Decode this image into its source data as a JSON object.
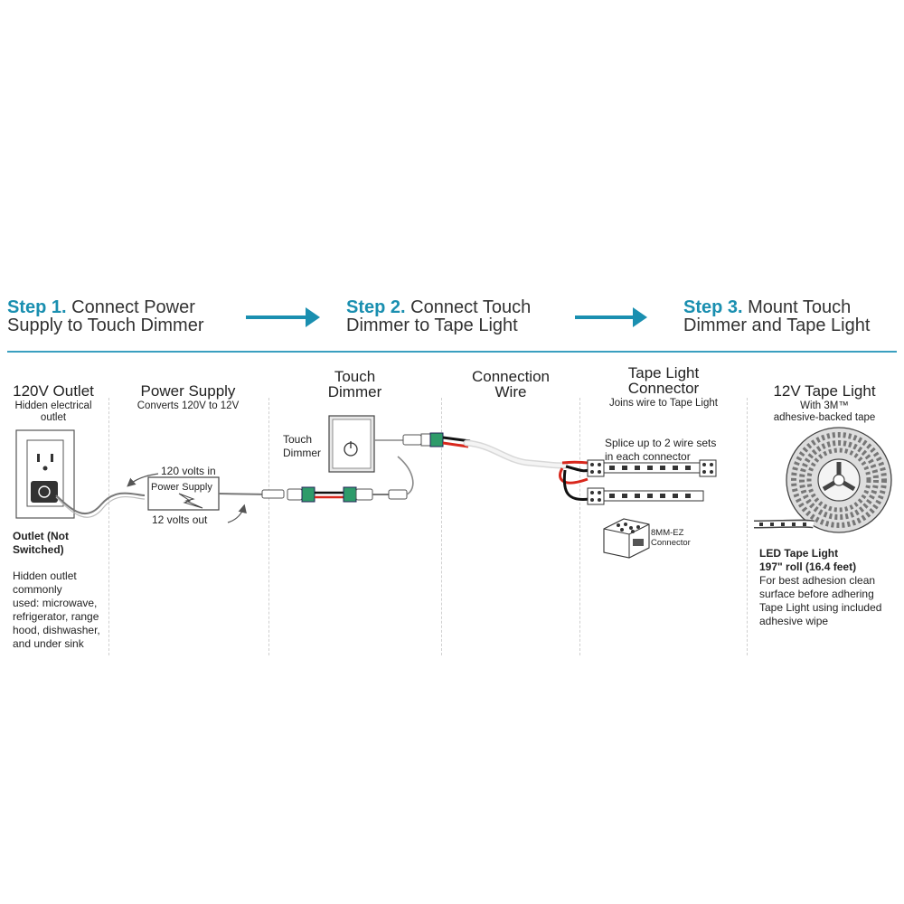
{
  "header": {
    "step1": {
      "num": "Step 1.",
      "line1": "Connect Power",
      "line2": "Supply to Touch Dimmer"
    },
    "step2": {
      "num": "Step 2.",
      "line1": "Connect Touch",
      "line2": "Dimmer to Tape Light"
    },
    "step3": {
      "num": "Step 3.",
      "line1": "Mount Touch",
      "line2": "Dimmer and Tape Light"
    }
  },
  "columns": {
    "outlet": {
      "title": "120V Outlet",
      "subtitle_l1": "Hidden electrical",
      "subtitle_l2": "outlet",
      "label_l1": "Outlet (Not",
      "label_l2": "Switched)",
      "desc": [
        "Hidden outlet",
        "commonly",
        "used: microwave,",
        "refrigerator, range",
        "hood, dishwasher,",
        "and under sink"
      ]
    },
    "power_supply": {
      "title": "Power Supply",
      "subtitle": "Converts 120V to 12V",
      "in_label": "120 volts in",
      "box_label": "Power Supply",
      "out_label": "12 volts out"
    },
    "dimmer": {
      "title_l1": "Touch",
      "title_l2": "Dimmer",
      "label_l1": "Touch",
      "label_l2": "Dimmer"
    },
    "wire": {
      "title_l1": "Connection",
      "title_l2": "Wire"
    },
    "connector": {
      "title_l1": "Tape Light",
      "title_l2": "Connector",
      "subtitle": "Joins wire to Tape Light",
      "splice_l1": "Splice up to 2 wire sets",
      "splice_l2": "in each connector",
      "model_l1": "8MM-EZ",
      "model_l2": "Connector"
    },
    "tape": {
      "title": "12V Tape Light",
      "subtitle_l1": "With 3M™",
      "subtitle_l2": "adhesive-backed tape",
      "name": "LED Tape Light",
      "roll": "197\" roll (16.4 feet)",
      "desc": [
        "For best adhesion clean",
        "surface before adhering",
        "Tape Light using included",
        "adhesive wipe"
      ]
    }
  },
  "colors": {
    "accent": "#1a8fb0",
    "wire_red": "#d8271c",
    "wire_black": "#111111",
    "connector_green": "#2e9b6a"
  }
}
